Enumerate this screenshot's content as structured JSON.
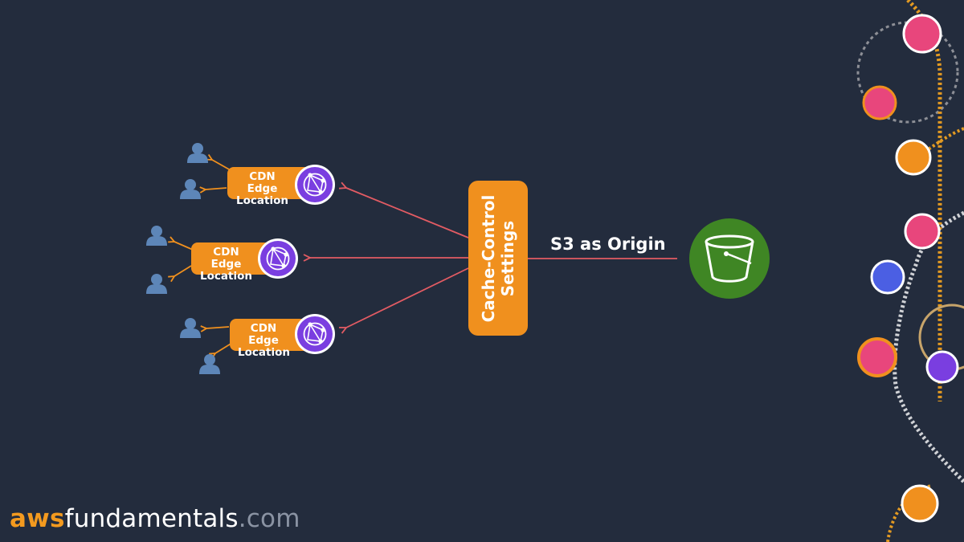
{
  "diagram": {
    "cache_box": {
      "line1": "Cache-Control",
      "line2": "Settings"
    },
    "origin_label": "S3 as Origin",
    "edge_locations": [
      {
        "line1": "CDN Edge",
        "line2": "Location"
      },
      {
        "line1": "CDN Edge",
        "line2": "Location"
      },
      {
        "line1": "CDN Edge",
        "line2": "Location"
      }
    ],
    "icons": {
      "edge": "cloudfront-globe-icon",
      "origin": "s3-bucket-icon",
      "user": "user-icon"
    }
  },
  "colors": {
    "background": "#232c3d",
    "accent_orange": "#f0901e",
    "arrow_red": "#e25b63",
    "cloudfront_purple": "#7a3ee0",
    "s3_green": "#3f8624"
  },
  "brand": {
    "part1": "aws",
    "part2": "fundamentals",
    "part3": ".com"
  }
}
